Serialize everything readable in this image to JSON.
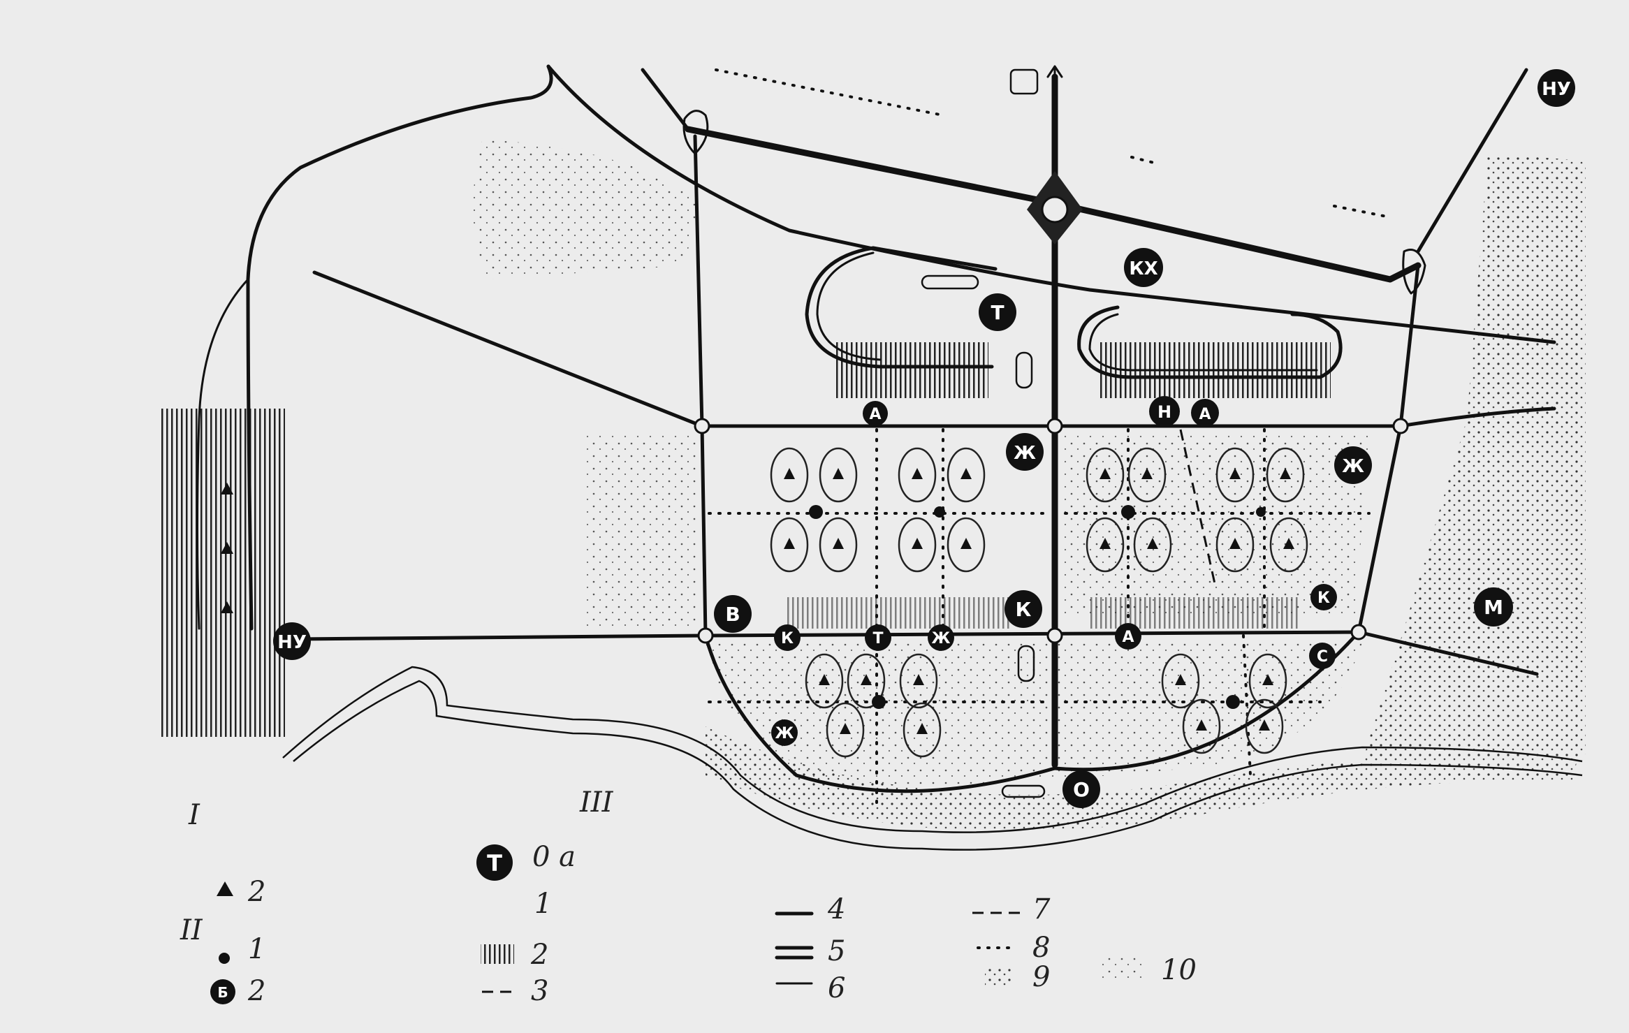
{
  "map_labels": {
    "nu_top_right": "НУ",
    "nu_left": "НУ",
    "kh": "КХ",
    "t_north": "Т",
    "a_north": "А",
    "n_north": "Н",
    "a_north2": "А",
    "zh_center": "Ж",
    "zh_east": "Ж",
    "v": "В",
    "k_center": "К",
    "k_row": "К",
    "t_row": "Т",
    "zh_row": "Ж",
    "a_row": "А",
    "k_east": "К",
    "s_east": "С",
    "m": "М",
    "zh_south": "Ж",
    "o": "О"
  },
  "legend": {
    "roman_1": "I",
    "roman_2": "II",
    "roman_3": "III",
    "symbol_t": "Т",
    "symbol_b": "Б",
    "items": {
      "i0": "0 а",
      "i1": "1",
      "i2": "2",
      "i3": "3",
      "i4": "4",
      "i5": "5",
      "i6": "6",
      "i7": "7",
      "i8": "8",
      "i9": "9",
      "i10": "10",
      "tri": "2",
      "dot": "1",
      "big": "2"
    }
  },
  "colors": {
    "ink": "#111111",
    "paper": "#ececec"
  }
}
